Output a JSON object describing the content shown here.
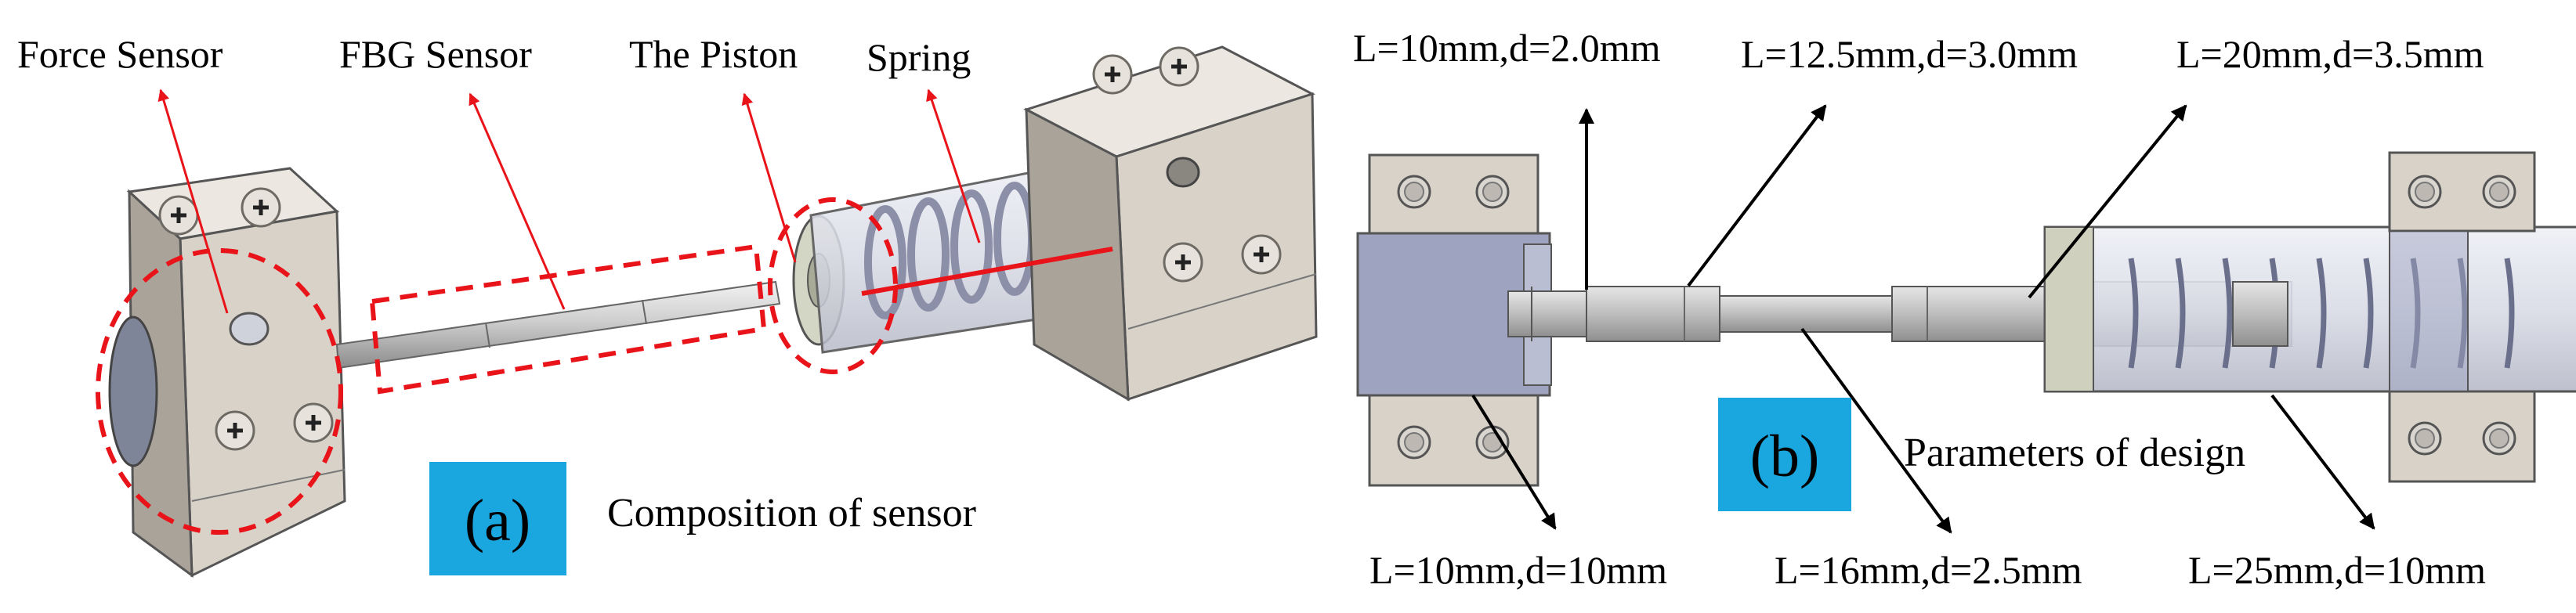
{
  "panel_a": {
    "panel_label": "(a)",
    "caption": "Composition of sensor",
    "callouts": {
      "force_sensor": "Force Sensor",
      "fbg_sensor": "FBG Sensor",
      "piston": "The Piston",
      "spring": "Spring"
    }
  },
  "panel_b": {
    "panel_label": "(b)",
    "caption": "Parameters of design",
    "dimensions_top": {
      "left": "L=10mm,d=2.0mm",
      "middle": "L=12.5mm,d=3.0mm",
      "right": "L=20mm,d=3.5mm"
    },
    "dimensions_bottom": {
      "left": "L=10mm,d=10mm",
      "middle": "L=16mm,d=2.5mm",
      "right": "L=25mm,d=10mm"
    }
  },
  "colors": {
    "callout_red": "#e8141a",
    "panel_label_bg": "#1aa7e0",
    "block_face": "#d8d2c8",
    "block_side": "#a9a39a",
    "rod_metal": "#c9c9c9",
    "rod_dark": "#8a8a8a",
    "plate_blue_gray": "#9ea4bf"
  },
  "icons": {
    "screw": "phillips-screw-icon",
    "hole": "through-hole-icon",
    "arrow": "arrowhead-icon"
  }
}
